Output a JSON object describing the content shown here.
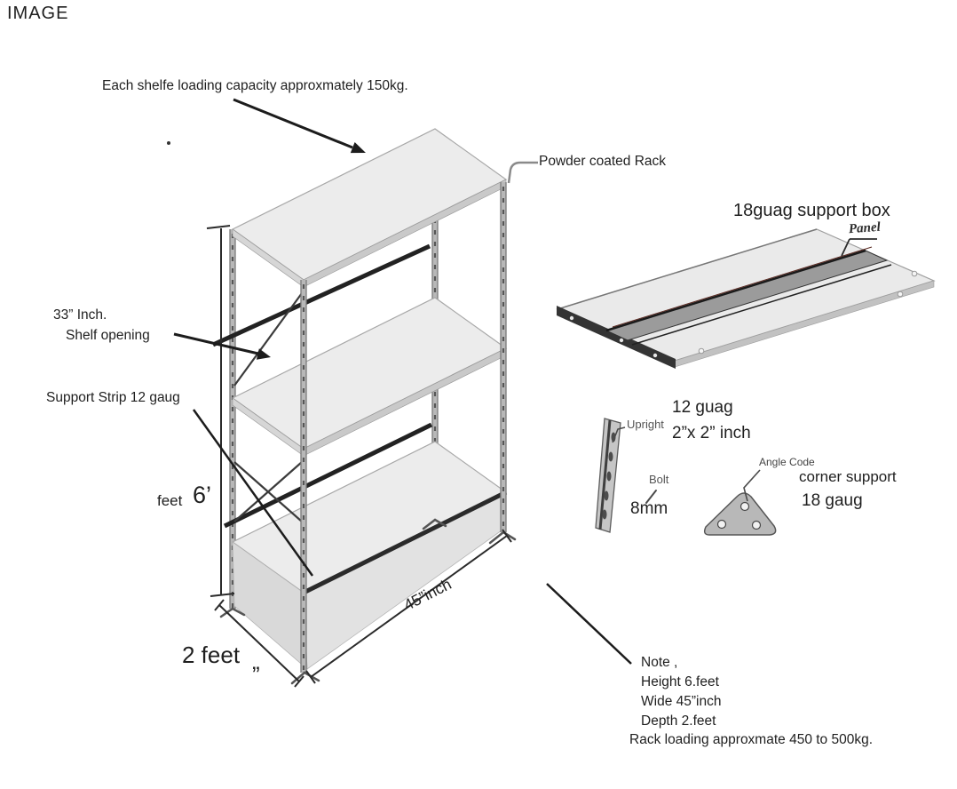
{
  "title": "IMAGE",
  "colors": {
    "ink": "#1f1f1f",
    "shelf_fill": "#ececec",
    "shelf_edge": "#c9c9c9",
    "metal_gray": "#b8b8b8",
    "support_strip": "#222222",
    "panel_flange": "#343434"
  },
  "rack": {
    "capacity_note": "Each shelfe loading capacity approxmately 150kg.",
    "coating_label": "Powder coated Rack",
    "opening_size": "33” Inch.",
    "opening_label": "Shelf opening",
    "support_strip_label": "Support Strip 12 gaug",
    "height_unit": "feet",
    "height_value": "6’",
    "depth_value": "2 feet",
    "depth_mark": "„",
    "width_value": "45”inch"
  },
  "parts": {
    "support_box_title": "18guag support box",
    "panel_label": "Panel",
    "upright_label": "Upright",
    "upright_gauge": "12 guag",
    "upright_size": "2”x 2” inch",
    "bolt_label": "Bolt",
    "bolt_size": "8mm",
    "angle_code_label": "Angle Code",
    "corner_support_label": "corner support",
    "corner_support_gauge": "18 gaug"
  },
  "note": {
    "title": "Note ,",
    "lines": [
      "Height 6.feet",
      "Wide 45”inch",
      "Depth 2.feet",
      "Rack loading approxmate 450 to 500kg."
    ]
  }
}
